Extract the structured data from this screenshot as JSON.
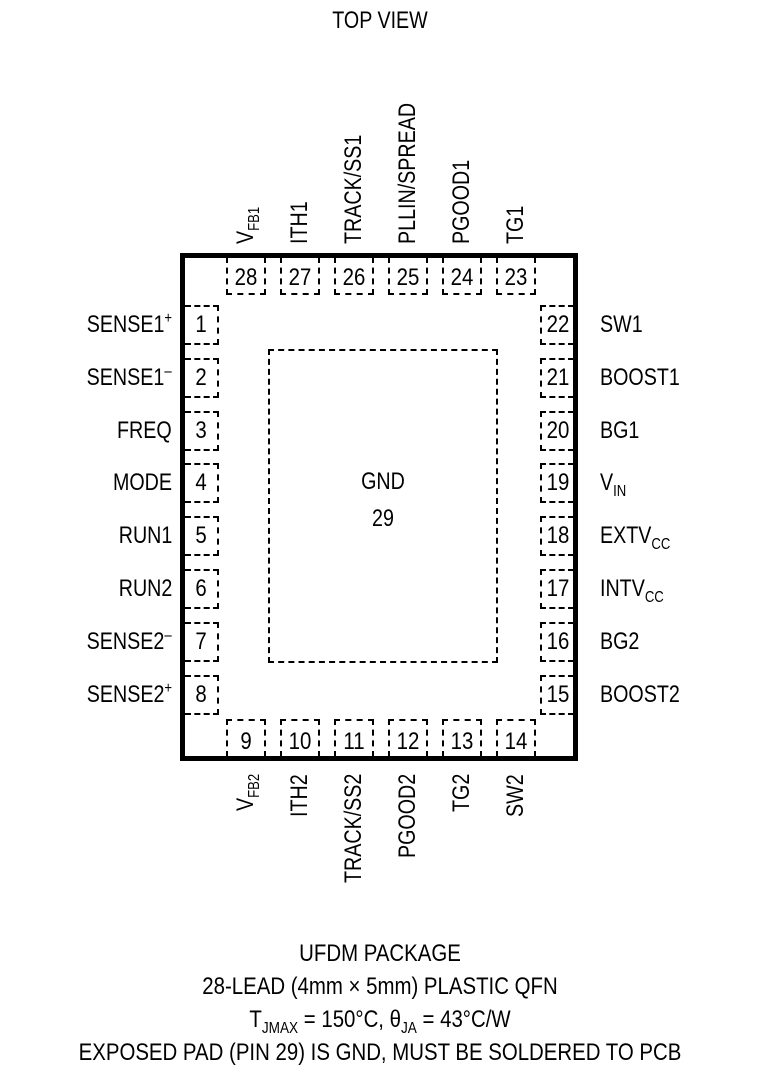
{
  "view_label": "TOP VIEW",
  "exposed_pad": {
    "name": "GND",
    "number": "29"
  },
  "left_pins": [
    {
      "number": "1",
      "label": "SENSE1",
      "sup": "+"
    },
    {
      "number": "2",
      "label": "SENSE1",
      "sup": "–"
    },
    {
      "number": "3",
      "label": "FREQ"
    },
    {
      "number": "4",
      "label": "MODE"
    },
    {
      "number": "5",
      "label": "RUN1"
    },
    {
      "number": "6",
      "label": "RUN2"
    },
    {
      "number": "7",
      "label": "SENSE2",
      "sup": "–"
    },
    {
      "number": "8",
      "label": "SENSE2",
      "sup": "+"
    }
  ],
  "right_pins": [
    {
      "number": "22",
      "label": "SW1"
    },
    {
      "number": "21",
      "label": "BOOST1"
    },
    {
      "number": "20",
      "label": "BG1"
    },
    {
      "number": "19",
      "label": "V",
      "sub": "IN"
    },
    {
      "number": "18",
      "label": "EXTV",
      "sub": "CC"
    },
    {
      "number": "17",
      "label": "INTV",
      "sub": "CC"
    },
    {
      "number": "16",
      "label": "BG2"
    },
    {
      "number": "15",
      "label": "BOOST2"
    }
  ],
  "top_pins": [
    {
      "number": "28",
      "label": "V",
      "sub": "FB1"
    },
    {
      "number": "27",
      "label": "ITH1"
    },
    {
      "number": "26",
      "label": "TRACK/SS1"
    },
    {
      "number": "25",
      "label": "PLLIN/SPREAD"
    },
    {
      "number": "24",
      "label": "PGOOD1"
    },
    {
      "number": "23",
      "label": "TG1"
    }
  ],
  "bottom_pins": [
    {
      "number": "9",
      "label": "V",
      "sub": "FB2"
    },
    {
      "number": "10",
      "label": "ITH2"
    },
    {
      "number": "11",
      "label": "TRACK/SS2"
    },
    {
      "number": "12",
      "label": "PGOOD2"
    },
    {
      "number": "13",
      "label": "TG2"
    },
    {
      "number": "14",
      "label": "SW2"
    }
  ],
  "footer": {
    "package": "UFDM PACKAGE",
    "lead": "28-LEAD (4mm × 5mm) PLASTIC QFN",
    "thermal": {
      "t": "T",
      "t_sub": "JMAX",
      "t_rest": " = 150°C, ",
      "theta": "θ",
      "theta_sub": "JA",
      "theta_rest": " = 43°C/W"
    },
    "note": "EXPOSED PAD (PIN 29) IS GND, MUST BE SOLDERED TO PCB"
  }
}
